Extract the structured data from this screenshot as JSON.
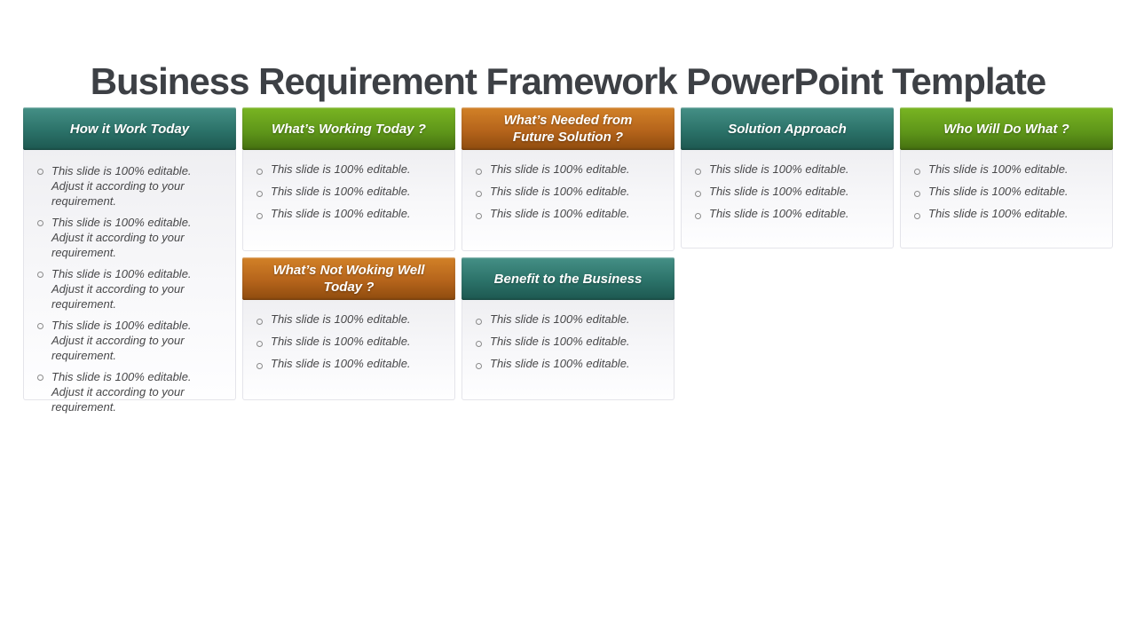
{
  "title": "Business Requirement Framework PowerPoint Template",
  "colors": {
    "title_text": "#3d4045",
    "bullet_text": "#474749",
    "teal_top": "#459086",
    "teal_bottom": "#1d5850",
    "green_top": "#79b522",
    "green_bottom": "#446f10",
    "orange_top": "#d28127",
    "orange_bottom": "#8e4b0e",
    "panel_body_top": "#efeff2",
    "panel_body_bottom": "#fefeff"
  },
  "columns": [
    {
      "header": "How it Work Today",
      "theme": "teal",
      "bullets": [
        "This slide is 100% editable. Adjust it according to your requirement.",
        "This slide is 100% editable. Adjust it according to your requirement.",
        "This slide is 100% editable. Adjust it according to your requirement.",
        "This slide is 100% editable. Adjust it according to your requirement.",
        "This slide is 100% editable. Adjust it according to your requirement."
      ]
    },
    {
      "header": "What’s Working Today ?",
      "theme": "green",
      "bullets": [
        "This slide is 100% editable.",
        "This slide is 100% editable.",
        "This slide is 100% editable."
      ]
    },
    {
      "header": "What’s Needed from Future Solution ?",
      "theme": "orange",
      "bullets": [
        "This slide is 100% editable.",
        "This slide is 100% editable.",
        "This slide is 100% editable."
      ]
    },
    {
      "header": "Solution Approach",
      "theme": "teal",
      "bullets": [
        "This slide is 100% editable.",
        "This slide is 100% editable.",
        "This slide is 100% editable."
      ]
    },
    {
      "header": "Who Will Do What ?",
      "theme": "green",
      "bullets": [
        "This slide is 100% editable.",
        "This slide is 100% editable.",
        "This slide is 100% editable."
      ]
    }
  ],
  "second_row": [
    {
      "header": "What’s Not Woking Well Today ?",
      "theme": "orange",
      "under_column": 2,
      "bullets": [
        "This slide is 100% editable.",
        "This slide is 100% editable.",
        "This slide is 100% editable."
      ]
    },
    {
      "header": "Benefit to the Business",
      "theme": "teal",
      "under_column": 3,
      "bullets": [
        "This slide is 100% editable.",
        "This slide is 100% editable.",
        "This slide is 100% editable."
      ]
    }
  ]
}
